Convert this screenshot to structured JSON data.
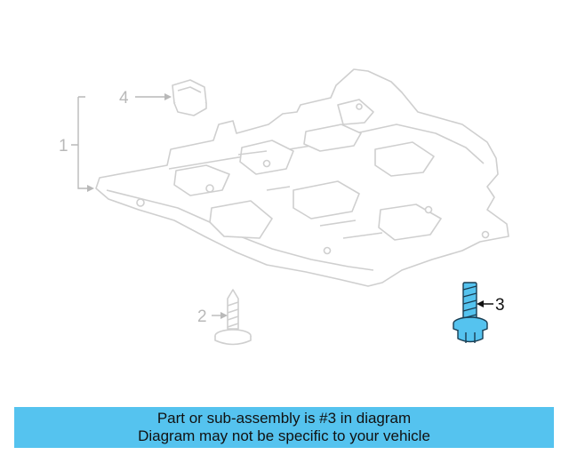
{
  "diagram": {
    "callouts": [
      {
        "id": "1",
        "label": "1"
      },
      {
        "id": "2",
        "label": "2"
      },
      {
        "id": "3",
        "label": "3"
      },
      {
        "id": "4",
        "label": "4"
      }
    ],
    "highlighted_part": "3",
    "colors": {
      "outline": "#cfcfcf",
      "highlight": "#55c3ef",
      "callout_dim": "#b9b9b9",
      "callout_active": "#111111"
    }
  },
  "banner": {
    "line1": "Part or sub-assembly is #3 in diagram",
    "line2": "Diagram may not be specific to your vehicle",
    "color": "#55c3ef"
  }
}
